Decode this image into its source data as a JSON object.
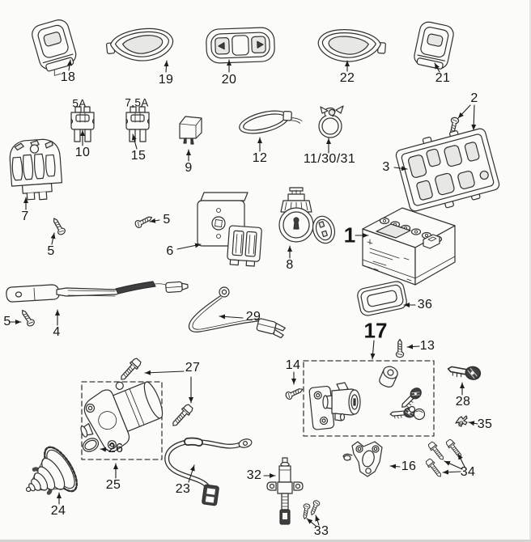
{
  "diagram": {
    "type": "exploded-parts-diagram",
    "subject": "scooter electrical system and starter parts",
    "background": "#fbfbf9",
    "ink": "#2f2f2f",
    "callouts": [
      {
        "text": "18",
        "part": "handlebar-switch-left"
      },
      {
        "text": "19",
        "part": "switch-housing"
      },
      {
        "text": "20",
        "part": "turn-signal-switch"
      },
      {
        "text": "22",
        "part": "switch-housing"
      },
      {
        "text": "21",
        "part": "handlebar-switch-right"
      },
      {
        "text": "5A",
        "part": "fuse-rating"
      },
      {
        "text": "10",
        "part": "fuse-5a"
      },
      {
        "text": "7,5A",
        "part": "fuse-rating"
      },
      {
        "text": "15",
        "part": "fuse-7-5a"
      },
      {
        "text": "9",
        "part": "relay"
      },
      {
        "text": "12",
        "part": "cable-tie"
      },
      {
        "text": "11/30/31",
        "part": "hose-clamp"
      },
      {
        "text": "2",
        "part": "screws"
      },
      {
        "text": "3",
        "part": "battery-tray"
      },
      {
        "text": "7",
        "part": "voltage-regulator"
      },
      {
        "text": "5",
        "part": "screw"
      },
      {
        "text": "5",
        "part": "screw"
      },
      {
        "text": "6",
        "part": "cdi-unit"
      },
      {
        "text": "8",
        "part": "ignition-switch-body"
      },
      {
        "text": "1",
        "part": "battery",
        "emphasis": true
      },
      {
        "text": "36",
        "part": "battery-pad"
      },
      {
        "text": "5",
        "part": "screw"
      },
      {
        "text": "4",
        "part": "ground-strap"
      },
      {
        "text": "29",
        "part": "lead-wire"
      },
      {
        "text": "17",
        "part": "ignition-lock-set",
        "emphasis": true
      },
      {
        "text": "13",
        "part": "screw"
      },
      {
        "text": "14",
        "part": "screw"
      },
      {
        "text": "28",
        "part": "key"
      },
      {
        "text": "35",
        "part": "clip"
      },
      {
        "text": "27",
        "part": "starter-bolts"
      },
      {
        "text": "26",
        "part": "o-ring"
      },
      {
        "text": "25",
        "part": "starter-motor"
      },
      {
        "text": "24",
        "part": "starter-gear"
      },
      {
        "text": "23",
        "part": "starter-cable"
      },
      {
        "text": "32",
        "part": "brake-light-switch"
      },
      {
        "text": "33",
        "part": "screws"
      },
      {
        "text": "16",
        "part": "bracket"
      },
      {
        "text": "34",
        "part": "bolts"
      }
    ]
  }
}
